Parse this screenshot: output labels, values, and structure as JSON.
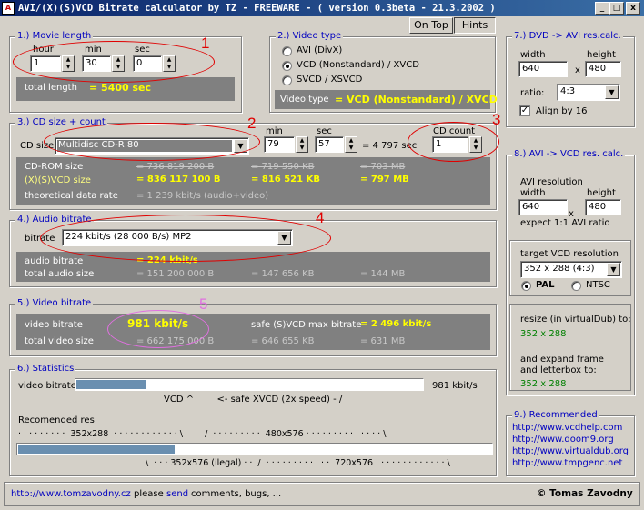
{
  "window": {
    "title": "AVI/(X)(S)VCD Bitrate calculator by TZ - FREEWARE -  ( version 0.3beta - 21.3.2002 )",
    "btn_minimize": "_",
    "btn_maximize": "□",
    "btn_close": "x"
  },
  "toolbar": {
    "on_top": "On Top",
    "hints": "Hints"
  },
  "movie_length": {
    "title": "1.) Movie length",
    "hour_label": "hour",
    "min_label": "min",
    "sec_label": "sec",
    "hour": "1",
    "min": "30",
    "sec": "0",
    "total_label": "total length",
    "total_value": "= 5400 sec"
  },
  "video_type": {
    "title": "2.) Video type",
    "options": [
      "AVI (DivX)",
      "VCD (Nonstandard) / XVCD",
      "SVCD / XSVCD"
    ],
    "selected": 1,
    "result_label": "Video type",
    "result_value": "= VCD (Nonstandard) / XVCD"
  },
  "cd_size": {
    "title": "3.) CD size + count",
    "label": "CD size",
    "selected": "Multidisc CD-R 80",
    "min_label": "min",
    "sec_label": "sec",
    "min": "79",
    "sec": "57",
    "total_sec": "= 4 797 sec",
    "count_label": "CD count",
    "count": "1",
    "rows": [
      {
        "label": "CD-ROM size",
        "b": "= 736 819 200 B",
        "kb": "= 719 550 KB",
        "mb": "= 703 MB"
      },
      {
        "label": "(X)(S)VCD size",
        "b": "= 836 117 100 B",
        "kb": "= 816 521 KB",
        "mb": "= 797 MB"
      }
    ],
    "rate_label": "theoretical data rate",
    "rate_value": "= 1 239 kbit/s (audio+video)"
  },
  "audio": {
    "title": "4.) Audio bitrate",
    "label": "bitrate",
    "selected": "224 kbit/s (28 000 B/s) MP2",
    "bitrate_label": "audio bitrate",
    "bitrate_value": "= 224 kbit/s",
    "size_label": "total audio size",
    "size_b": "= 151 200 000 B",
    "size_kb": "= 147 656 KB",
    "size_mb": "= 144 MB"
  },
  "video": {
    "title": "5.) Video bitrate",
    "bitrate_label": "video bitrate",
    "bitrate_value": "981 kbit/s",
    "safe_label": "safe (S)VCD max bitrate",
    "safe_value": "= 2 496 kbit/s",
    "size_label": "total video size",
    "size_b": "= 662 175 000 B",
    "size_kb": "= 646 655 KB",
    "size_mb": "= 631 MB"
  },
  "statistics": {
    "title": "6.) Statistics",
    "bitrate_label": "video bitrate",
    "bitrate_value": "981 kbit/s",
    "bitrate_progress": 0.2,
    "scale_line": "VCD ^        <- safe XVCD (2x speed) - /",
    "res_label": "Recomended res",
    "res_top_line": "· · · · · · · · ·  352x288  · · · · · · · · · · · · \\        /  · · · · · · · · ·  480x576 · · · · · · · · · · · · · · \\",
    "res_progress": 0.33,
    "res_bottom_line": "\\  · · · 352x576 (ilegal) · ·  /  · · · · · · · · · · · ·  720x576 · · · · · · · · · · · · · \\"
  },
  "dvd_avi": {
    "title": "7.) DVD -> AVI res.calc.",
    "width_label": "width",
    "height_label": "height",
    "width": "640",
    "height": "480",
    "x": "x",
    "ratio_label": "ratio:",
    "ratio": "4:3",
    "align_label": "Align by 16",
    "align_checked": true
  },
  "avi_vcd": {
    "title": "8.) AVI -> VCD res. calc.",
    "res_label": "AVI resolution",
    "width_label": "width",
    "height_label": "height",
    "width": "640",
    "height": "480",
    "x": "x",
    "expect": "expect 1:1 AVI ratio",
    "target_label": "target VCD resolution",
    "target": "352 x 288 (4:3)",
    "pal": "PAL",
    "ntsc": "NTSC",
    "resize_label": "resize (in virtualDub) to:",
    "resize_value": "352 x 288",
    "expand_label1": "and expand frame",
    "expand_label2": "and letterbox to:",
    "expand_value": "352 x 288"
  },
  "recommended": {
    "title": "9.) Recommended",
    "links": [
      "http://www.vcdhelp.com",
      "http://www.doom9.org",
      "http://www.virtualdub.org",
      "http://www.tmpgenc.net"
    ]
  },
  "footer": {
    "url": "http://www.tomzavodny.cz",
    "text1": "please",
    "send": "send",
    "text2": "comments, bugs, ...",
    "copyright": "© Tomas Zavodny"
  },
  "annotations": [
    "1",
    "2",
    "3",
    "4",
    "5"
  ],
  "colors": {
    "yellow": "#ffff00",
    "panel": "#808080",
    "blue_title": "#0000c0",
    "red_marker": "#e00000",
    "pink_marker": "#e070e0"
  }
}
